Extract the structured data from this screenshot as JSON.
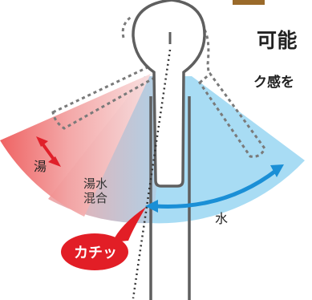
{
  "headline": {
    "line1": "可能",
    "line2": "ク感を"
  },
  "labels": {
    "hot": "湯",
    "mixed_line1": "湯水",
    "mixed_line2": "混合",
    "cold": "水",
    "click": "カチッ"
  },
  "colors": {
    "hot": "#ef5a5a",
    "cold": "#9fd9f3",
    "arrow_hot": "#e0202a",
    "arrow_cold": "#1a8fd6",
    "bubble": "#e21e26",
    "lever_outline": "#666666",
    "ghost_outline": "#777777"
  }
}
